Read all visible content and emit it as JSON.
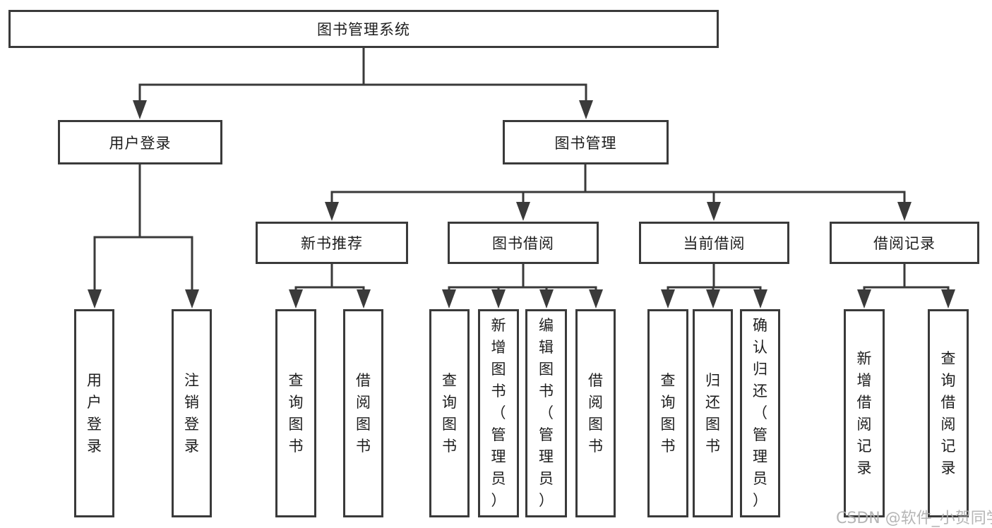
{
  "colors": {
    "line": "#3a3a3a",
    "box_border": "#3a3a3a",
    "text": "#1d1d1d",
    "background": "#ffffff",
    "watermark": "#aeaeae"
  },
  "watermark": {
    "text": "CSDN @软件_小贺同学"
  },
  "tree": {
    "root": {
      "label": "图书管理系统"
    },
    "level2": [
      {
        "label": "用户登录",
        "children": [
          {
            "label": "用户登录"
          },
          {
            "label": "注销登录"
          }
        ]
      },
      {
        "label": "图书管理",
        "children": [
          {
            "label": "新书推荐",
            "children": [
              {
                "label": "查询图书"
              },
              {
                "label": "借阅图书"
              }
            ]
          },
          {
            "label": "图书借阅",
            "children": [
              {
                "label": "查询图书"
              },
              {
                "label": "新增图书（管理员）"
              },
              {
                "label": "编辑图书（管理员）"
              },
              {
                "label": "借阅图书"
              }
            ]
          },
          {
            "label": "当前借阅",
            "children": [
              {
                "label": "查询图书"
              },
              {
                "label": "归还图书"
              },
              {
                "label": "确认归还（管理员）"
              }
            ]
          },
          {
            "label": "借阅记录",
            "children": [
              {
                "label": "新增借阅记录"
              },
              {
                "label": "查询借阅记录"
              }
            ]
          }
        ]
      }
    ]
  }
}
